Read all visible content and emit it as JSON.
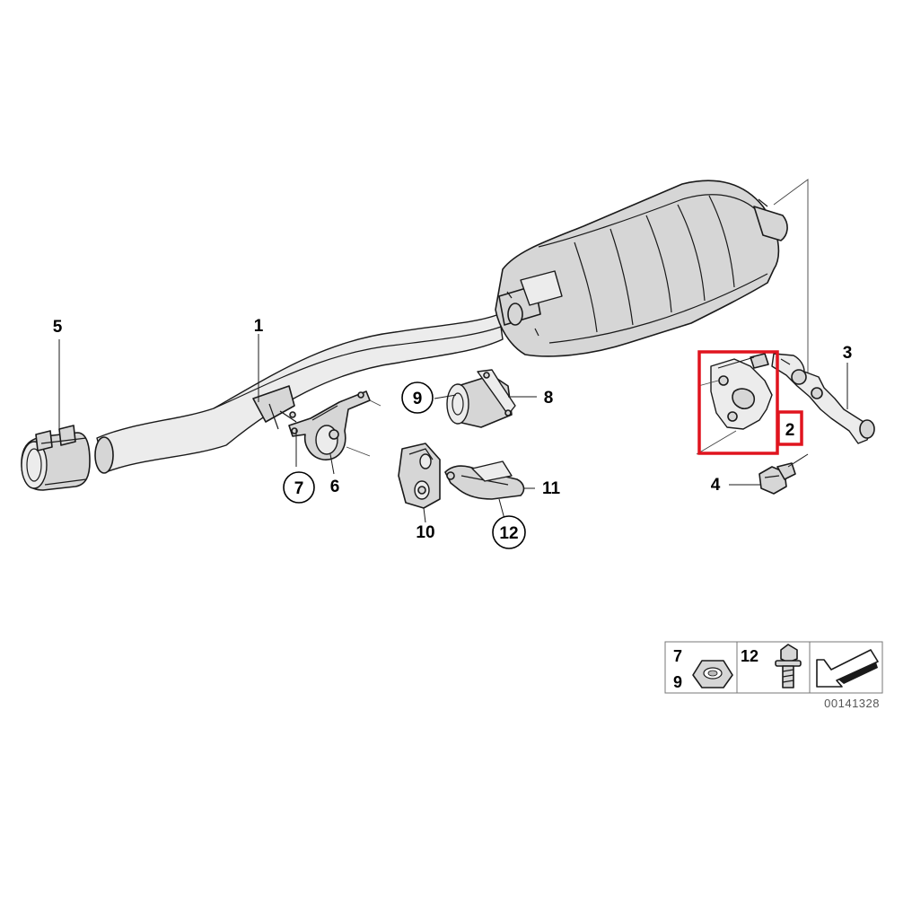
{
  "callouts": {
    "p1": "1",
    "p2": "2",
    "p3": "3",
    "p4": "4",
    "p5": "5",
    "p6": "6",
    "p7": "7",
    "p8": "8",
    "p9": "9",
    "p10": "10",
    "p11": "11",
    "p12": "12"
  },
  "highlight": {
    "color": "#e0141e",
    "target": "2"
  },
  "legend": {
    "nut_labels": [
      "7",
      "9"
    ],
    "bolt_label": "12",
    "drawing_code": "00141328"
  }
}
